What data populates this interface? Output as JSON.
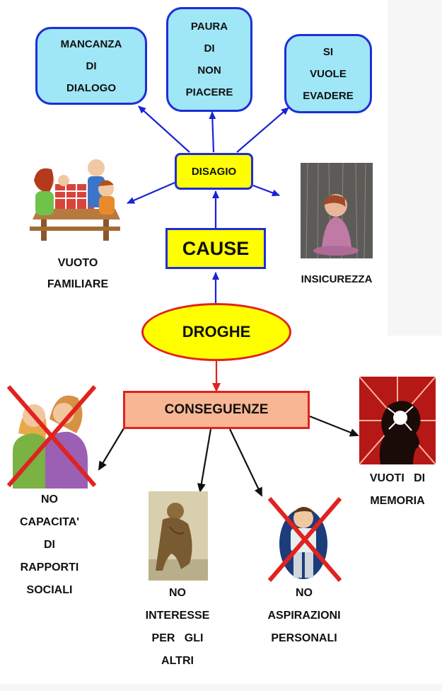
{
  "center": "DROGHE",
  "cause": {
    "title": "CAUSE",
    "disagio": "DISAGIO",
    "sub": [
      [
        "MANCANZA",
        "DI",
        "DIALOGO"
      ],
      [
        "PAURA",
        "DI",
        "NON",
        "PIACERE"
      ],
      [
        "SI",
        "VUOLE",
        "EVADERE"
      ]
    ],
    "vuoto_familiare": [
      "VUOTO",
      "FAMILIARE"
    ],
    "insicurezza": "INSICUREZZA"
  },
  "conseguenze": {
    "title": "CONSEGUENZE",
    "rapporti": [
      "NO",
      "CAPACITA'",
      "DI",
      "RAPPORTI",
      "SOCIALI"
    ],
    "interesse": [
      "NO",
      "INTERESSE",
      "PER   GLI",
      "ALTRI"
    ],
    "aspirazioni": [
      "NO",
      "ASPIRAZIONI",
      "PERSONALI"
    ],
    "memoria": [
      "VUOTI   DI",
      "MEMORIA"
    ]
  },
  "colors": {
    "blue_arrow": "#1a22d6",
    "black_arrow": "#111111",
    "red_arrow": "#e0231e",
    "yellow": "#ffff00",
    "cloud": "#9fe6f6",
    "orange_box": "#f9b694"
  },
  "icons": [
    "family-picnic-icon",
    "sad-girl-icon",
    "embracing-couple-crossed-icon",
    "hunched-man-painting-icon",
    "boy-crossed-icon",
    "head-explosion-icon"
  ]
}
